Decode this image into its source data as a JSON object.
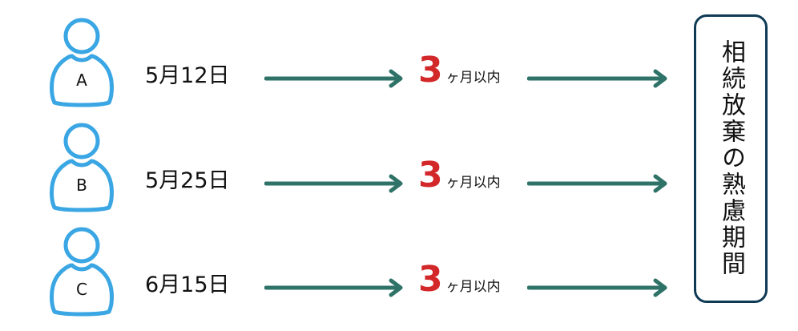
{
  "diagram": {
    "rows": [
      {
        "person": "A",
        "date": "5月12日",
        "period_number": "3",
        "period_text": "ヶ月以内"
      },
      {
        "person": "B",
        "date": "5月25日",
        "period_number": "3",
        "period_text": "ヶ月以内"
      },
      {
        "person": "C",
        "date": "6月15日",
        "period_number": "3",
        "period_text": "ヶ月以内"
      }
    ],
    "result_box": {
      "label": "相続放棄の熟慮期間"
    },
    "icons": {
      "person": "person-icon",
      "arrow": "arrow-right-icon"
    },
    "colors": {
      "person_icon": "#3aa6e3",
      "arrow": "#2e7268",
      "period_number": "#d3282a",
      "box_border": "#0e3a55",
      "text": "#111111"
    }
  }
}
